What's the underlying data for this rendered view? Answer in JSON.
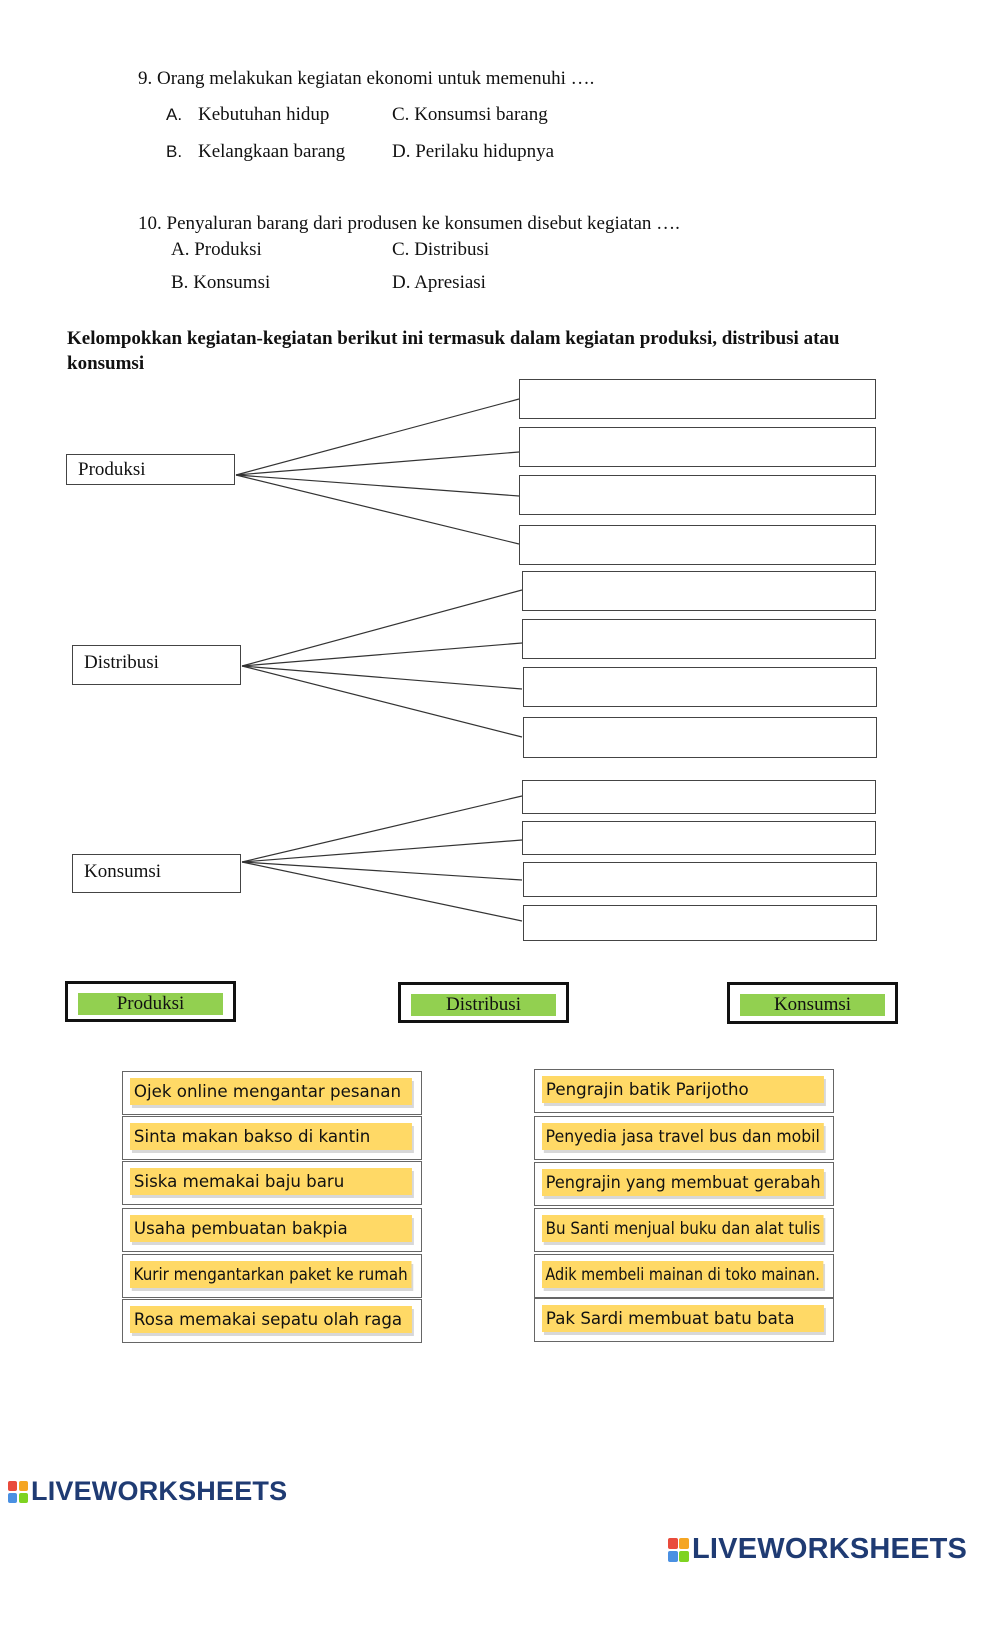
{
  "q9": {
    "text": "9.   Orang melakukan kegiatan ekonomi untuk memenuhi ….",
    "options": [
      {
        "letter": "A.",
        "text": "Kebutuhan hidup"
      },
      {
        "letter": "C.",
        "text": "Konsumsi barang"
      },
      {
        "letter": "B.",
        "text": "Kelangkaan barang"
      },
      {
        "letter": "D.",
        "text": "Perilaku hidupnya"
      }
    ]
  },
  "q10": {
    "text": "10. Penyaluran barang dari produsen ke konsumen disebut kegiatan ….",
    "options": [
      {
        "letter": "A.",
        "text": "Produksi"
      },
      {
        "letter": "C.",
        "text": "Distribusi"
      },
      {
        "letter": "B.",
        "text": "Konsumsi"
      },
      {
        "letter": "D.",
        "text": "Apresiasi"
      }
    ]
  },
  "instruction": "Kelompokkan kegiatan-kegiatan berikut ini termasuk dalam kegiatan produksi, distribusi atau konsumsi",
  "categories": [
    "Produksi",
    "Distribusi",
    "Konsumsi"
  ],
  "drop_zones": [
    "Produksi",
    "Distribusi",
    "Konsumsi"
  ],
  "cards_left": [
    "Ojek online mengantar pesanan",
    "Sinta makan bakso di kantin",
    "Siska memakai baju baru",
    "Usaha pembuatan bakpia",
    "Kurir mengantarkan paket ke rumah",
    "Rosa memakai sepatu olah raga"
  ],
  "cards_right": [
    "Pengrajin batik Parijotho",
    "Penyedia jasa travel bus dan mobil",
    "Pengrajin yang membuat gerabah",
    "Bu Santi menjual buku dan alat tulis",
    "Adik membeli mainan di toko mainan.",
    "Pak Sardi membuat batu bata"
  ],
  "brand": "LIVEWORKSHEETS",
  "colors": {
    "category_green": "#92d050",
    "card_yellow": "#ffd966",
    "brand_blue": "#1f3b73"
  }
}
